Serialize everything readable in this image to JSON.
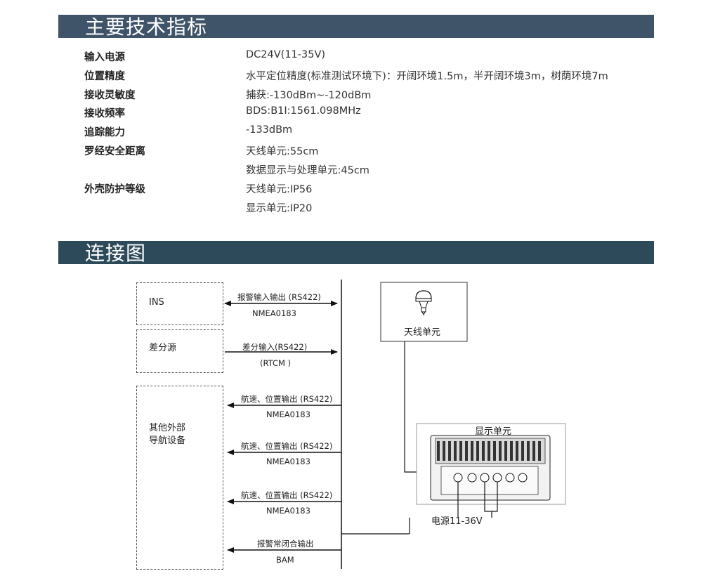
{
  "sections": {
    "specs_title": "主要技术指标",
    "diagram_title": "连接图"
  },
  "specs": [
    {
      "label": "输入电源",
      "values": [
        "DC24V(11-35V)"
      ]
    },
    {
      "label": "位置精度",
      "values": [
        "水平定位精度(标准测试环境下)：开阔环境1.5m，半开阔环境3m，树荫环境7m"
      ]
    },
    {
      "label": "接收灵敏度",
      "values": [
        "捕获:-130dBm~-120dBm"
      ]
    },
    {
      "label": "接收频率",
      "values": [
        "BDS:B1I:1561.098MHz"
      ]
    },
    {
      "label": "追踪能力",
      "values": [
        "-133dBm"
      ]
    },
    {
      "label": "罗经安全距离",
      "values": [
        "天线单元:55cm",
        "数据显示与处理单元:45cm"
      ]
    },
    {
      "label": "外壳防护等级",
      "values": [
        "天线单元:IP56",
        "显示单元:IP20"
      ]
    }
  ],
  "diagram": {
    "ins": "INS",
    "diff_source": "差分源",
    "other_nav_line1": "其他外部",
    "other_nav_line2": "导航设备",
    "signals": [
      {
        "label": "报警输入输出 (RS422)",
        "sub": "NMEA0183"
      },
      {
        "label": "差分输入(RS422)",
        "sub": "(RTCM )"
      },
      {
        "label": "航速、位置输出 (RS422)",
        "sub": "NMEA0183"
      },
      {
        "label": "航速、位置输出 (RS422)",
        "sub": "NMEA0183"
      },
      {
        "label": "航速、位置输出 (RS422)",
        "sub": "NMEA0183"
      },
      {
        "label": "报警常闭合输出",
        "sub": "BAM"
      }
    ],
    "antenna_unit": "天线单元",
    "display_unit": "显示单元",
    "power": "电源11-36V"
  }
}
